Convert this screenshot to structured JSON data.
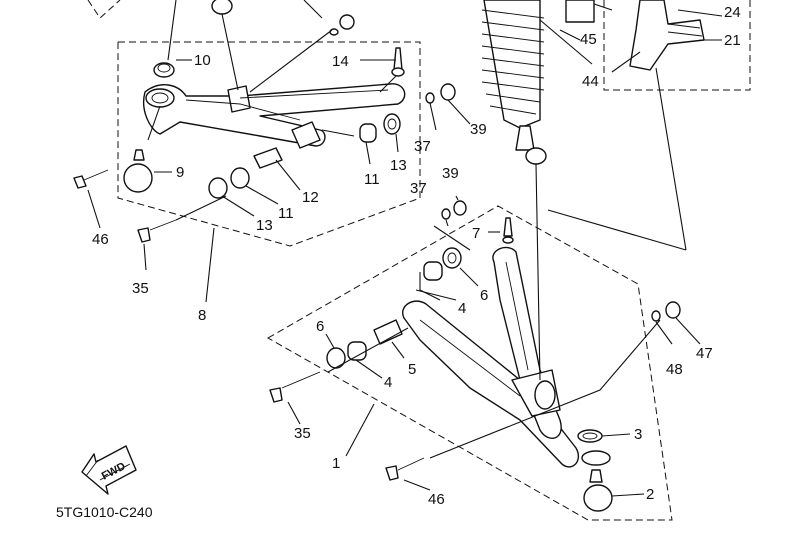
{
  "diagram": {
    "title_code": "5TG1010-C240",
    "fwd_label": "FWD",
    "callouts": {
      "p1": "1",
      "p2": "2",
      "p3": "3",
      "p4a": "4",
      "p4b": "4",
      "p5": "5",
      "p6a": "6",
      "p6b": "6",
      "p7": "7",
      "p8": "8",
      "p9": "9",
      "p10": "10",
      "p11a": "11",
      "p11b": "11",
      "p12": "12",
      "p13a": "13",
      "p13b": "13",
      "p14": "14",
      "p21": "21",
      "p24": "24",
      "p35a": "35",
      "p35b": "35",
      "p37a": "37",
      "p37b": "37",
      "p39a": "39",
      "p39b": "39",
      "p44": "44",
      "p45": "45",
      "p46a": "46",
      "p46b": "46",
      "p47": "47",
      "p48": "48"
    }
  }
}
